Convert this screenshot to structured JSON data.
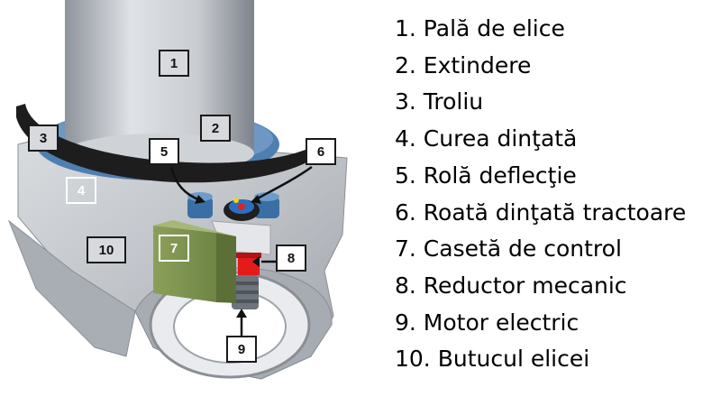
{
  "callouts": [
    "1",
    "2",
    "3",
    "4",
    "5",
    "6",
    "7",
    "8",
    "9",
    "10"
  ],
  "legend": [
    "1. Pală de elice",
    "2. Extindere",
    "3. Troliu",
    "4. Curea dinţată",
    "5. Rolă deflecţie",
    "6. Roată dinţată tractoare",
    "7. Casetă de control",
    "8. Reductor mecanic",
    "9. Motor electric",
    "10. Butucul elicei"
  ]
}
